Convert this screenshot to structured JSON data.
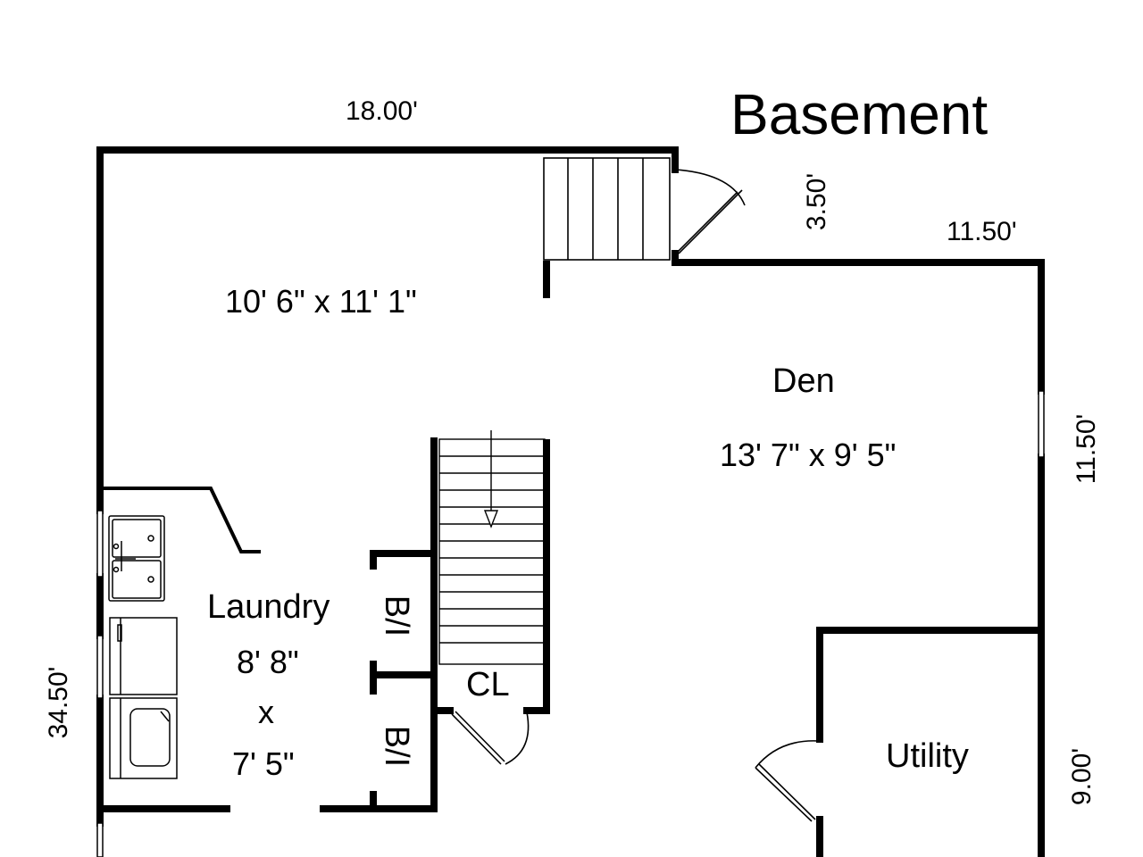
{
  "title": "Basement",
  "dimensions": {
    "top_width": "18.00'",
    "stair_offset": "3.50'",
    "right_top_width": "11.50'",
    "right_wall": "11.50'",
    "left_wall": "34.50'",
    "utility_wall": "9.00'"
  },
  "rooms": {
    "main_room_size": "10' 6\" x 11' 1\"",
    "den_name": "Den",
    "den_size": "13' 7\" x 9' 5\"",
    "laundry_name": "Laundry",
    "laundry_w": "8' 8\"",
    "laundry_x": "x",
    "laundry_h": "7' 5\"",
    "bi_upper": "B/I",
    "bi_lower": "B/I",
    "closet": "CL",
    "utility": "Utility"
  }
}
